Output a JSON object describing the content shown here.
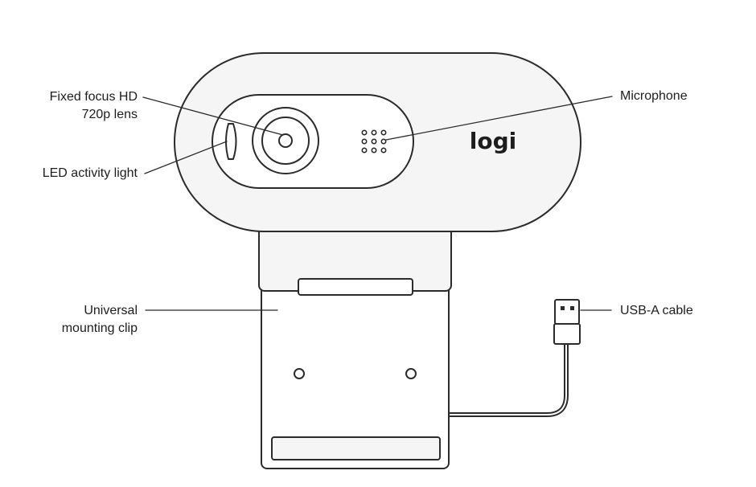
{
  "labels": {
    "lens": [
      "Fixed focus HD",
      "720p lens"
    ],
    "led": "LED activity light",
    "mic": "Microphone",
    "clip": [
      "Universal",
      "mounting clip"
    ],
    "usb": "USB-A cable"
  },
  "brand": {
    "logo_text": "logi"
  },
  "colors": {
    "stroke": "#2b2b2b",
    "fill": "#f5f5f5",
    "text": "#1d1d1d",
    "background": "#ffffff"
  }
}
